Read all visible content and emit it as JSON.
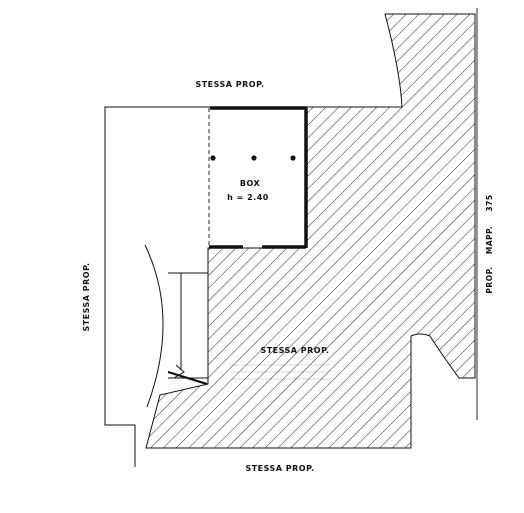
{
  "labels": {
    "top": "STESSA PROP.",
    "left": "STESSA PROP.",
    "right_a": "PROP.",
    "right_b": "MAPP.",
    "right_c": "375",
    "box_name": "BOX",
    "box_height": "h = 2.40",
    "center": "STESSA PROP.",
    "bottom": "STESSA PROP."
  },
  "colors": {
    "line": "#111111",
    "background": "#ffffff"
  }
}
